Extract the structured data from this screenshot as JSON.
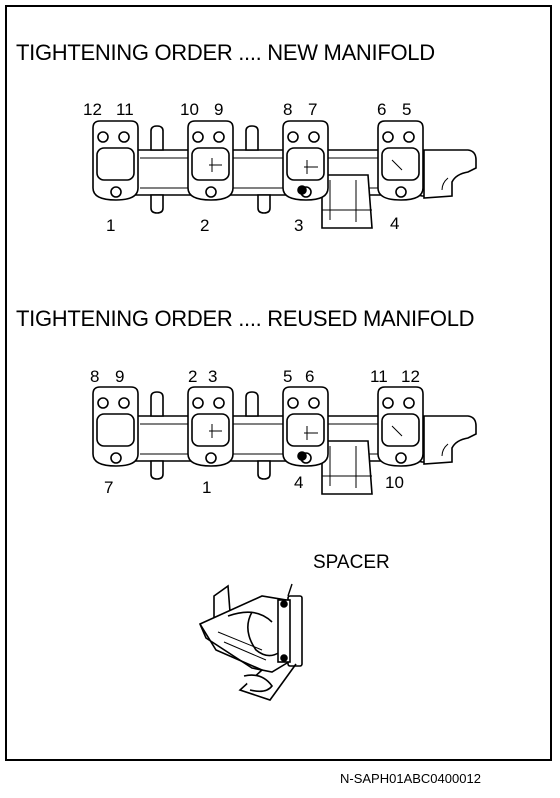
{
  "diagram": {
    "new_manifold": {
      "title": "TIGHTENING ORDER .... NEW MANIFOLD",
      "top_numbers": [
        "12",
        "11",
        "10",
        "9",
        "8",
        "7",
        "6",
        "5"
      ],
      "bottom_numbers": [
        "1",
        "2",
        "3",
        "4"
      ]
    },
    "reused_manifold": {
      "title": "TIGHTENING ORDER .... REUSED MANIFOLD",
      "top_numbers": [
        "8",
        "9",
        "2",
        "3",
        "5",
        "6",
        "11",
        "12"
      ],
      "bottom_numbers": [
        "7",
        "1",
        "4",
        "10"
      ]
    },
    "spacer_label": "SPACER",
    "figure_code": "N-SAPH01ABC0400012"
  }
}
